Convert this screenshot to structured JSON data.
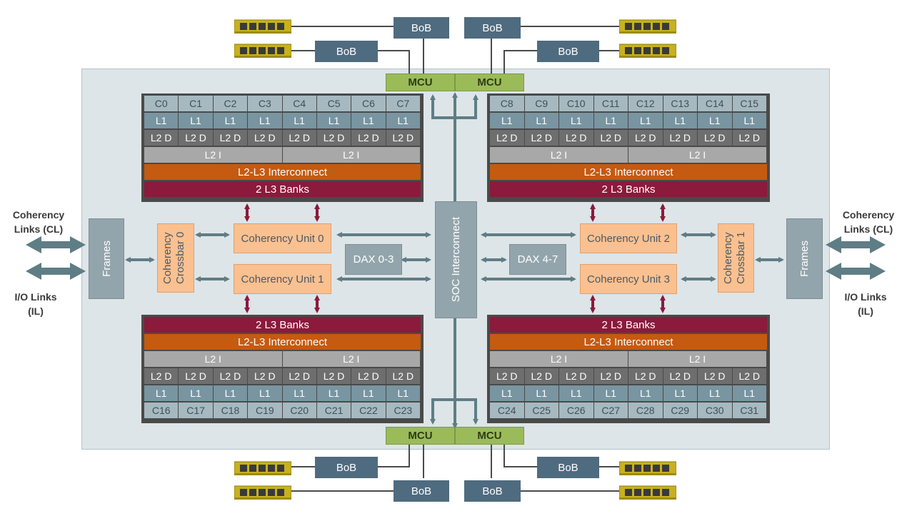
{
  "clusters": {
    "top_left": {
      "cores": [
        "C0",
        "C1",
        "C2",
        "C3",
        "C4",
        "C5",
        "C6",
        "C7"
      ],
      "l1": [
        "L1",
        "L1",
        "L1",
        "L1",
        "L1",
        "L1",
        "L1",
        "L1"
      ],
      "l2d": [
        "L2 D",
        "L2 D",
        "L2 D",
        "L2 D",
        "L2 D",
        "L2 D",
        "L2 D",
        "L2 D"
      ],
      "l2i": [
        "L2 I",
        "L2 I"
      ],
      "l3": "2 L3 Banks"
    },
    "top_right": {
      "cores": [
        "C8",
        "C9",
        "C10",
        "C11",
        "C12",
        "C13",
        "C14",
        "C15"
      ],
      "l1": [
        "L1",
        "L1",
        "L1",
        "L1",
        "L1",
        "L1",
        "L1",
        "L1"
      ],
      "l2d": [
        "L2 D",
        "L2 D",
        "L2 D",
        "L2 D",
        "L2 D",
        "L2 D",
        "L2 D",
        "L2 D"
      ],
      "l2i": [
        "L2 I",
        "L2 I"
      ],
      "l3": "2 L3 Banks"
    },
    "bottom_left": {
      "cores": [
        "C16",
        "C17",
        "C18",
        "C19",
        "C20",
        "C21",
        "C22",
        "C23"
      ],
      "l1": [
        "L1",
        "L1",
        "L1",
        "L1",
        "L1",
        "L1",
        "L1",
        "L1"
      ],
      "l2d": [
        "L2 D",
        "L2 D",
        "L2 D",
        "L2 D",
        "L2 D",
        "L2 D",
        "L2 D",
        "L2 D"
      ],
      "l2i": [
        "L2 I",
        "L2 I"
      ],
      "l3": "2 L3 Banks"
    },
    "bottom_right": {
      "cores": [
        "C24",
        "C25",
        "C26",
        "C27",
        "C28",
        "C29",
        "C30",
        "C31"
      ],
      "l1": [
        "L1",
        "L1",
        "L1",
        "L1",
        "L1",
        "L1",
        "L1",
        "L1"
      ],
      "l2d": [
        "L2 D",
        "L2 D",
        "L2 D",
        "L2 D",
        "L2 D",
        "L2 D",
        "L2 D",
        "L2 D"
      ],
      "l2i": [
        "L2 I",
        "L2 I"
      ],
      "l3": "2 L3 Banks"
    }
  },
  "interconnect_label": "L2-L3  Interconnect",
  "soc_interconnect": "SOC Interconnect",
  "mcu_label": "MCU",
  "bob_label": "BoB",
  "frames_label": "Frames",
  "dax_left": "DAX 0-3",
  "dax_right": "DAX 4-7",
  "coherency_units": {
    "u0": "Coherency Unit 0",
    "u1": "Coherency Unit 1",
    "u2": "Coherency Unit 2",
    "u3": "Coherency Unit 3"
  },
  "crossbars": {
    "left": "Coherency Crossbar 0",
    "right": "Coherency Crossbar 1"
  },
  "links": {
    "coherency": "Coherency Links (CL)",
    "io": "I/O Links (IL)"
  },
  "colors": {
    "interconnect": "#c55a11",
    "l3": "#8b1a3c",
    "mcu": "#9bbb59",
    "bob": "#4f6b7f",
    "arrow": "#5f7d85",
    "l3_arrow": "#8b1a3c",
    "dimm": "#c8b020"
  },
  "icons": {
    "memory": "dimm-icon",
    "bidirectional": "double-arrow-icon"
  }
}
